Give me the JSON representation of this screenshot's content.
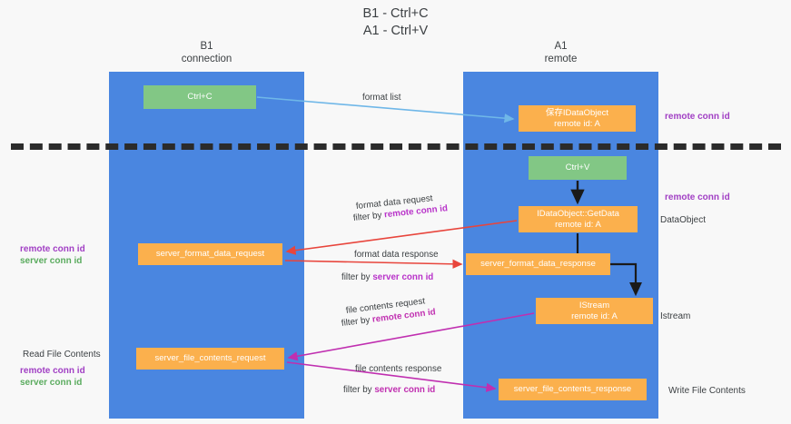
{
  "title": "B1 - Ctrl+C\nA1 - Ctrl+V",
  "columns": [
    {
      "name": "b1",
      "label": "B1\nconnection",
      "color": "#4a86e0"
    },
    {
      "name": "a1",
      "label": "A1\nremote",
      "color": "#4a86e0"
    }
  ],
  "boxes": {
    "ctrl_c": {
      "label": "Ctrl+C",
      "color": "#82c785",
      "lane": "b1"
    },
    "save_idataobject": {
      "label": "保存IDataObject\nremote id: A",
      "color": "#fbb04d",
      "lane": "a1"
    },
    "ctrl_v": {
      "label": "Ctrl+V",
      "color": "#82c785",
      "lane": "a1"
    },
    "getdata": {
      "label": "IDataObject::GetData\nremote id: A",
      "color": "#fbb04d",
      "lane": "a1"
    },
    "server_format_data_request": {
      "label": "server_format_data_request",
      "color": "#fbb04d",
      "lane": "b1"
    },
    "server_format_data_response": {
      "label": "server_format_data_response",
      "color": "#fbb04d",
      "lane": "a1"
    },
    "istream": {
      "label": "IStream\nremote id: A",
      "color": "#fbb04d",
      "lane": "a1"
    },
    "server_file_contents_request": {
      "label": "server_file_contents_request",
      "color": "#fbb04d",
      "lane": "b1"
    },
    "server_file_contents_response": {
      "label": "server_file_contents_response",
      "color": "#fbb04d",
      "lane": "a1"
    }
  },
  "edges": {
    "format_list": {
      "label": "format list",
      "color": "#6fb7e8"
    },
    "format_data_request": {
      "label": "format data request",
      "filter_prefix": "filter by ",
      "filter_key": "remote conn id",
      "color": "#e8453c"
    },
    "format_data_response": {
      "label": "format data response",
      "filter_prefix": "filter by ",
      "filter_key": "server conn id",
      "color": "#e8453c"
    },
    "file_contents_request": {
      "label": "file contents request",
      "filter_prefix": "filter by ",
      "filter_key": "remote conn id",
      "color": "#c02fb0"
    },
    "file_contents_response": {
      "label": "file contents response",
      "filter_prefix": "filter by ",
      "filter_key": "server conn id",
      "color": "#c02fb0"
    }
  },
  "side_labels": {
    "right_remote_conn_id_top": "remote conn id",
    "right_remote_conn_id_middle": "remote conn id",
    "right_dataobject": "DataObject",
    "right_istream": "Istream",
    "right_write_file_contents": "Write File Contents",
    "left_remote_conn_id": "remote conn id",
    "left_server_conn_id": "server conn id",
    "left_read_file_contents": "Read File Contents",
    "left_remote_conn_id_bottom": "remote conn id",
    "left_server_conn_id_bottom": "server conn id"
  },
  "colors": {
    "lane": "#4a86e0",
    "green_box": "#82c785",
    "orange_box": "#fbb04d",
    "purple_text": "#a13fc4",
    "green_text": "#5aab5e",
    "red_arrow": "#e8453c",
    "magenta_arrow": "#c02fb0",
    "blue_arrow": "#6fb7e8",
    "separator": "#2b2b2b",
    "background": "#f8f8f8"
  }
}
